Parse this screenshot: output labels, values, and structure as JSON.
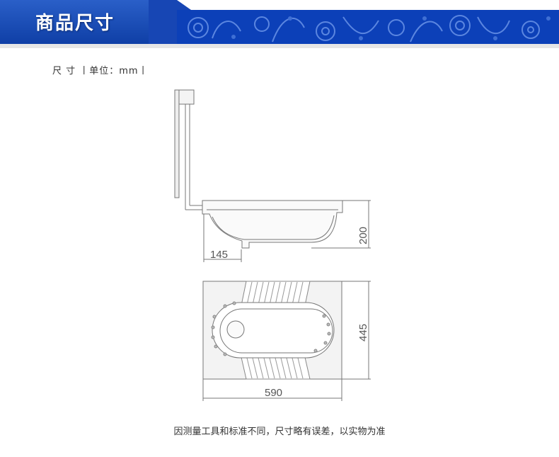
{
  "banner": {
    "title": "商品尺寸",
    "colors": {
      "primary": "#1a4fbf",
      "band": "#0c40b8",
      "pattern": "#5b86e0"
    }
  },
  "unit_label": "尺 寸 丨单位：mm丨",
  "dimensions": {
    "height": "200",
    "offset": "145",
    "depth": "445",
    "width": "590"
  },
  "note": "因测量工具和标准不同，尺寸略有误差，以实物为准"
}
